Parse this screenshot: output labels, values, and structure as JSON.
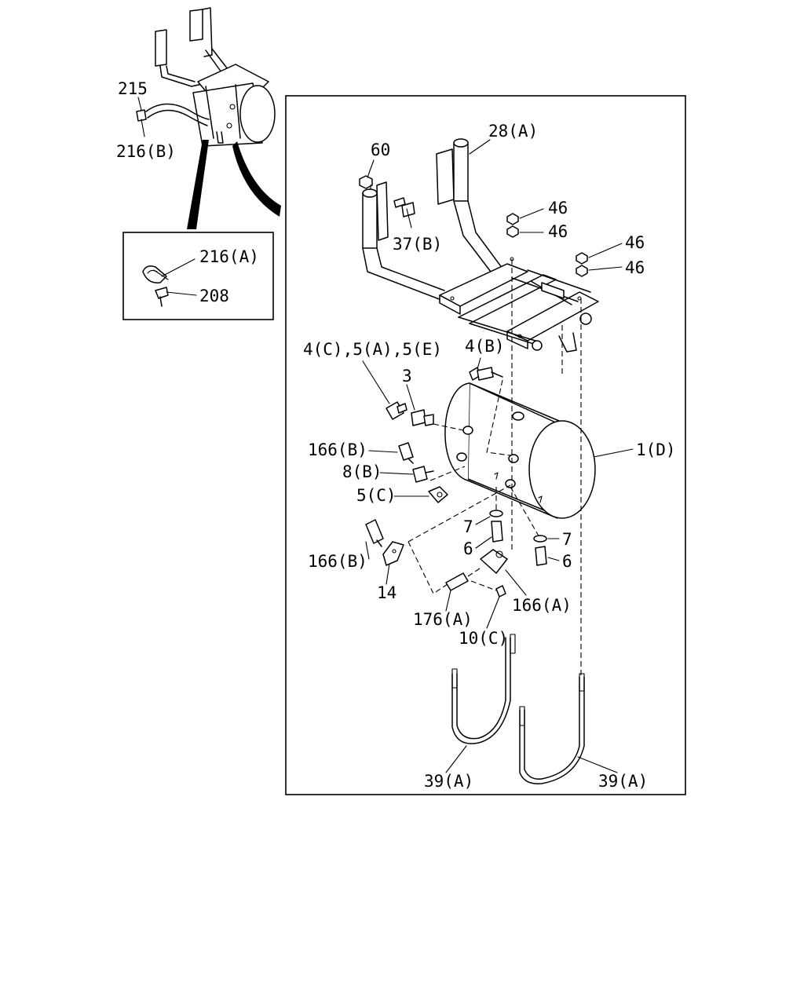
{
  "callouts": {
    "c215": "215",
    "c216b": "216(B)",
    "c216a": "216(A)",
    "c208": "208",
    "c60": "60",
    "c28a": "28(A)",
    "c37b": "37(B)",
    "c46_1": "46",
    "c46_2": "46",
    "c46_3": "46",
    "c46_4": "46",
    "c4c": "4(C),5(A),5(E)",
    "c4b": "4(B)",
    "c3": "3",
    "c1d": "1(D)",
    "c166b_1": "166(B)",
    "c8b": "8(B)",
    "c5c": "5(C)",
    "c7_1": "7",
    "c6_1": "6",
    "c7_2": "7",
    "c6_2": "6",
    "c166b_2": "166(B)",
    "c14": "14",
    "c176a": "176(A)",
    "c166a": "166(A)",
    "c10c": "10(C)",
    "c39a_1": "39(A)",
    "c39a_2": "39(A)"
  }
}
